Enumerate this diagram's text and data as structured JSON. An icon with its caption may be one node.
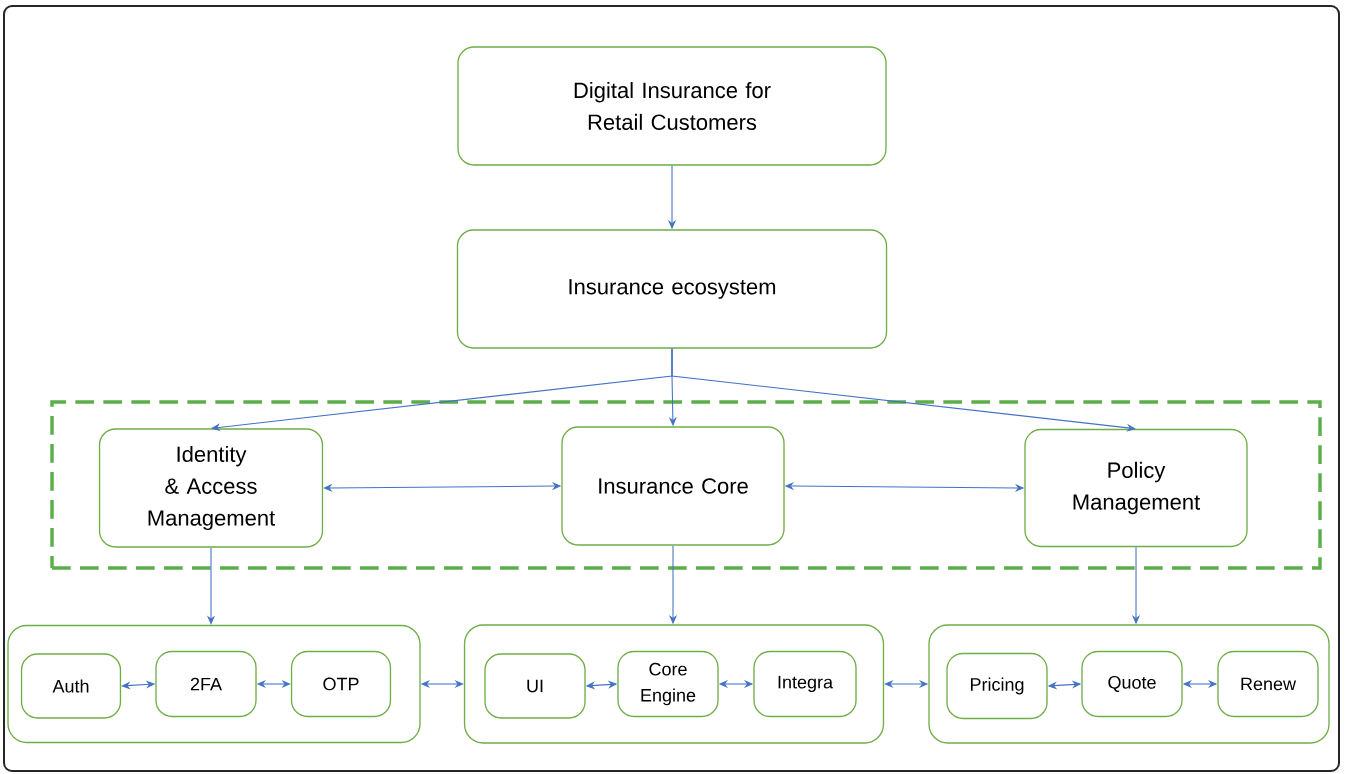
{
  "diagram": {
    "nodes": [
      {
        "text": [
          "Digital Insurance for Retail Customers"
        ]
      },
      {
        "text": [
          "Insurance ecosystem"
        ]
      },
      {
        "text": [],
        "shape": "box"
      },
      {
        "text": [
          "Identity & Access Management"
        ],
        "in": 2
      },
      {
        "text": [
          "Insurance Core"
        ],
        "in": 2
      },
      {
        "text": [
          "Policy Management"
        ],
        "in": 2
      },
      {
        "text": [],
        "shape": "box"
      },
      {
        "text": [
          "Auth"
        ],
        "in": 6
      },
      {
        "text": [
          "2FA"
        ],
        "in": 6
      },
      {
        "text": [
          "OTP"
        ],
        "in": 6
      },
      {
        "text": [],
        "shape": "box"
      },
      {
        "text": [
          "UI"
        ],
        "in": 10
      },
      {
        "text": [
          "Core Engine"
        ],
        "in": 10
      },
      {
        "text": [
          "Integra"
        ],
        "in": 10
      },
      {
        "text": [],
        "shape": "box"
      },
      {
        "text": [
          "Pricing"
        ],
        "in": 14
      },
      {
        "text": [
          "Quote"
        ],
        "in": 14
      },
      {
        "text": [
          "Renew"
        ],
        "in": 14
      }
    ],
    "edges": [
      {
        "from": 0,
        "to": 1,
        "arrow": "to"
      },
      {
        "from": 1,
        "to": 3,
        "arrow": "to"
      },
      {
        "from": 1,
        "to": 4,
        "arrow": "to"
      },
      {
        "from": 1,
        "to": 5,
        "arrow": "to"
      },
      {
        "from": 3,
        "to": 4,
        "arrow": "both"
      },
      {
        "from": 4,
        "to": 5,
        "arrow": "both"
      },
      {
        "from": 3,
        "to": 6,
        "arrow": "to"
      },
      {
        "from": 4,
        "to": 10,
        "arrow": "to"
      },
      {
        "from": 5,
        "to": 14,
        "arrow": "to"
      },
      {
        "from": 7,
        "to": 8,
        "arrow": "both"
      },
      {
        "from": 8,
        "to": 9,
        "arrow": "both"
      },
      {
        "from": 6,
        "to": 10,
        "arrow": "both"
      },
      {
        "from": 11,
        "to": 12,
        "arrow": "both"
      },
      {
        "from": 12,
        "to": 13,
        "arrow": "both"
      },
      {
        "from": 10,
        "to": 14,
        "arrow": "both"
      },
      {
        "from": 15,
        "to": 16,
        "arrow": "both"
      },
      {
        "from": 16,
        "to": 17,
        "arrow": "both"
      }
    ]
  }
}
